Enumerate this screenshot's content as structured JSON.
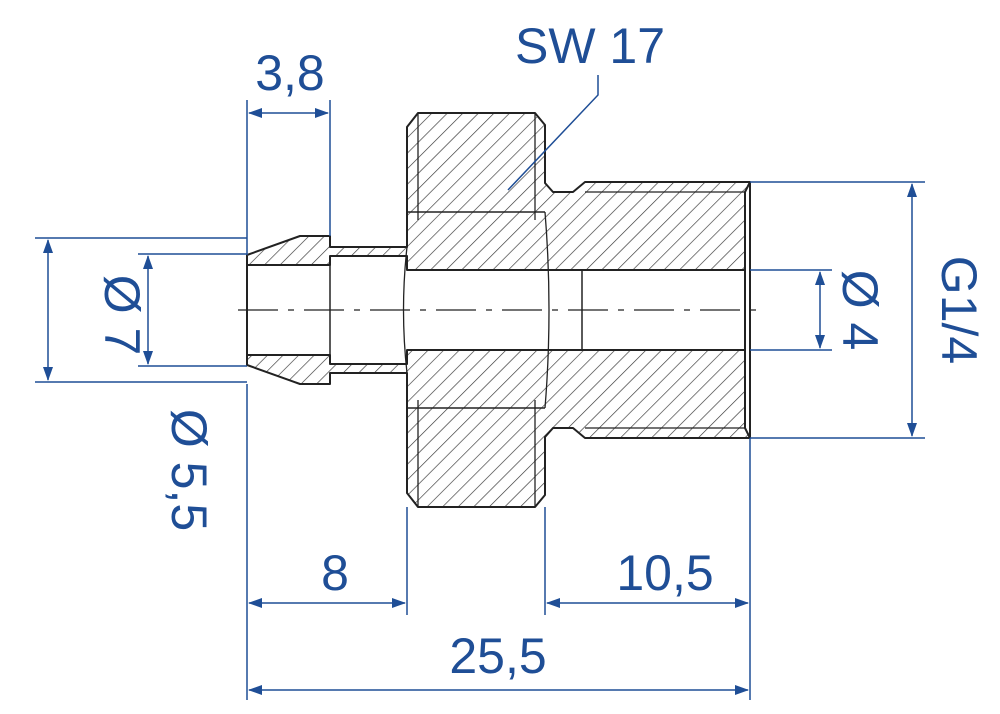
{
  "drawing": {
    "title": "",
    "colors": {
      "dimension": "#1f4e96",
      "outline": "#222222",
      "background": "#ffffff"
    },
    "dimensions": {
      "flare_length": "3,8",
      "across_flats": "SW 17",
      "outer_diameter": "Ø 7",
      "inner_diameter": "Ø 5,5",
      "bore_diameter": "Ø 4",
      "thread": "G1/4",
      "stem_length": "8",
      "thread_length": "10,5",
      "overall_length": "25,5"
    }
  }
}
